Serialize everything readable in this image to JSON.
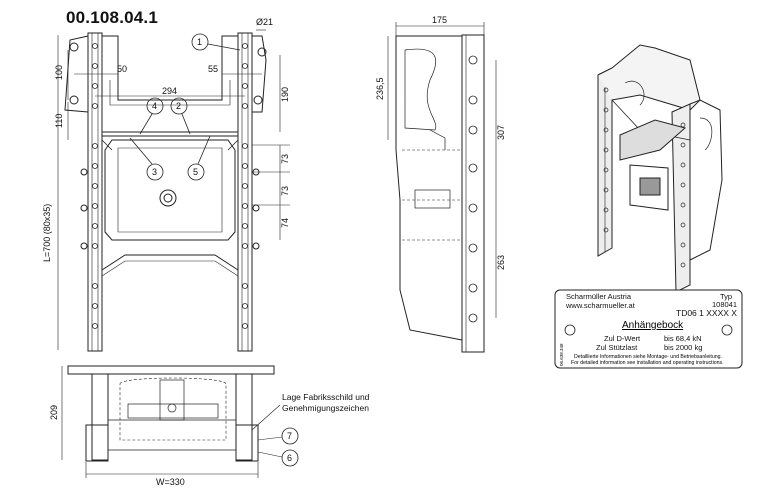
{
  "drawing_number": "00.108.04.1",
  "front_view": {
    "dims": {
      "dia_hole": "Ø21",
      "d100": "100",
      "d110": "110",
      "d50": "50",
      "d55": "55",
      "d294": "294",
      "d190": "190",
      "d73a": "73",
      "d73b": "73",
      "d74": "74",
      "length": "L=700 (80x35)"
    },
    "callouts": [
      "1",
      "2",
      "3",
      "4",
      "5"
    ]
  },
  "side_view": {
    "dims": {
      "d175": "175",
      "d236": "236,5",
      "d307": "307",
      "d263": "263"
    }
  },
  "bottom_view": {
    "dims": {
      "d209": "209",
      "width": "W=330"
    },
    "callouts": [
      "6",
      "7"
    ],
    "note_line1": "Lage Fabriksschild und",
    "note_line2": "Genehmigungszeichen"
  },
  "type_plate": {
    "company": "Scharmüller Austria",
    "website": "www.scharmueller.at",
    "typ_label": "Typ",
    "typ_number": "108041",
    "model": "TD06 1 XXXX X",
    "title": "Anhängebock",
    "d_value_label": "Zul D-Wert",
    "d_value": "bis 68,4 kN",
    "support_label": "Zul Stützlast",
    "support_value": "bis 2000 kg",
    "info_de": "Detaillierte Informationen siehe Montage- und Betriebsanleitung.",
    "info_en": "For detailed information see installation and operating instructions.",
    "side_code": "06.638.348"
  }
}
